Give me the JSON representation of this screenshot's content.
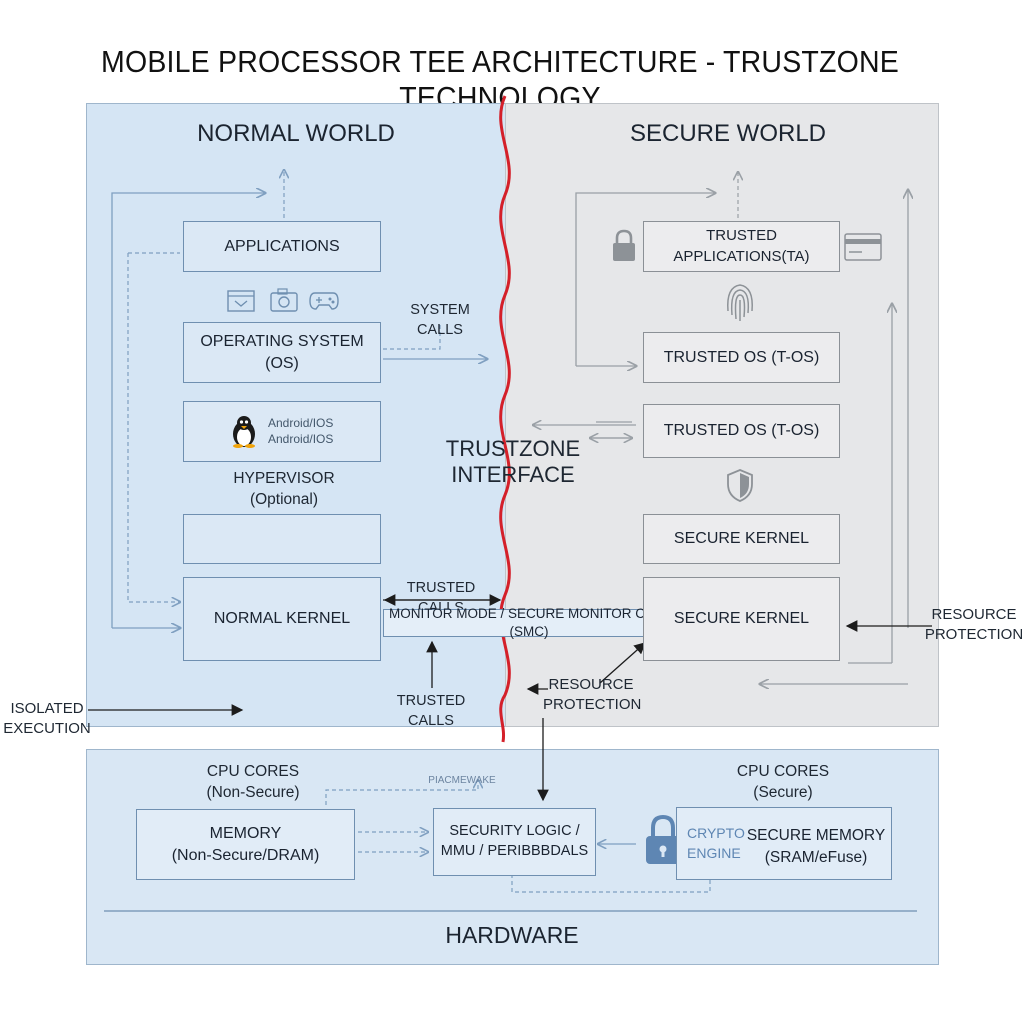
{
  "title": "MOBILE PROCESSOR TEE ARCHITECTURE - TRUSTZONE TECHNOLOGY",
  "normal_world": {
    "heading": "NORMAL WORLD",
    "applications": "APPLICATIONS",
    "operating_system": "OPERATING SYSTEM\n(OS)",
    "android_ios": "Android/IOS\nAndroid/IOS",
    "hypervisor": "HYPERVISOR\n(Optional)",
    "normal_kernel": "NORMAL KERNEL",
    "system_calls": "SYSTEM CALLS"
  },
  "secure_world": {
    "heading": "SECURE WORLD",
    "trusted_applications": "TRUSTED APPLICATIONS(TA)",
    "trusted_os_1": "TRUSTED OS (T-OS)",
    "trusted_os_2": "TRUSTED OS (T-OS)",
    "secure_kernel_1": "SECURE KERNEL",
    "secure_kernel_2": "SECURE KERNEL",
    "resource_protection": "RESOURCE\nPROTECTION"
  },
  "interface": {
    "trustzone_interface": "TRUSTZONE\nINTERFACE",
    "trusted_calls_top": "TRUSTED CALLS",
    "monitor_mode": "MONITOR MODE / SECURE MONITOR CALL (SMC)",
    "trusted_calls_bottom": "TRUSTED CALLS",
    "resource_protection": "RESOURCE\nPROTECTION"
  },
  "isolated_execution": "ISOLATED\nEXECUTION",
  "hardware": {
    "heading": "HARDWARE",
    "cpu_non_secure": "CPU CORES\n(Non-Secure)",
    "cpu_secure": "CPU CORES\n(Secure)",
    "memory": "MEMORY\n(Non-Secure/DRAM)",
    "security_logic": "SECURITY LOGIC /\nMMU / PERIBBBDALS",
    "placeholder": "PIACMEWAKE",
    "crypto_engine": "CRYPTO\nENGINE",
    "secure_memory": "SECURE MEMORY\n(SRAM/eFuse)"
  },
  "colors": {
    "boundary_red": "#d4202a",
    "normal_world_bg": "#d5e5f4",
    "secure_world_bg": "#e6e7e9",
    "hardware_bg": "#d9e7f4",
    "arrow_blue": "#7f9fc0",
    "arrow_gray": "#9aa0a6"
  },
  "icons": {
    "app_row": [
      "browser-icon",
      "camera-icon",
      "gamepad-icon"
    ],
    "lock": "lock-icon",
    "card": "credit-card-icon",
    "fingerprint": "fingerprint-icon",
    "shield": "shield-icon",
    "penguin": "linux-penguin-icon",
    "crypto_lock": "padlock-icon"
  }
}
